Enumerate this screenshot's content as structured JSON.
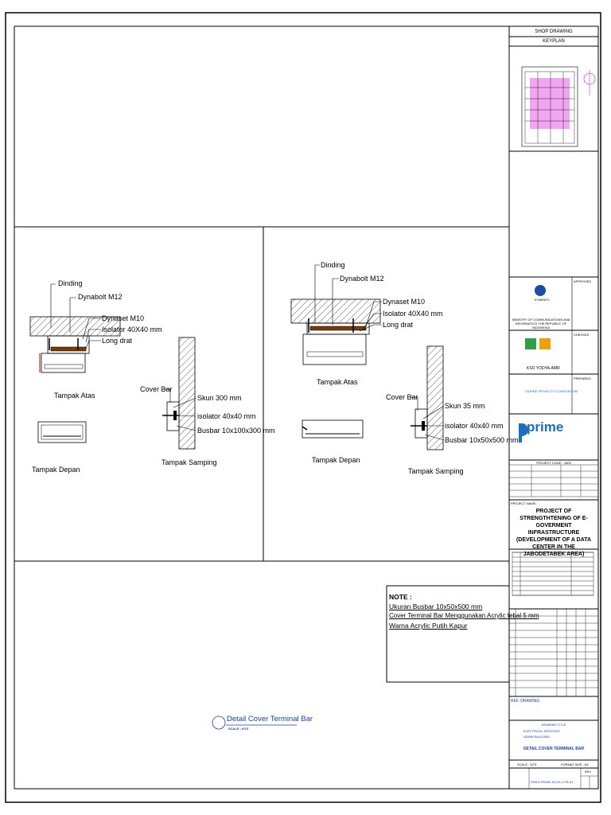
{
  "title_block": {
    "shop_drawing": "SHOP DRAWING",
    "keyplan": "KEYPLAN",
    "approved": "APPROVED",
    "checked": "CHECKED",
    "prepared": "PREPARED",
    "ministry": "MINISTRY OF COMMUNICATIONS AND INFORMATICS THE REPUBLIC OF INDONESIA",
    "komdigi": "KOMINFO",
    "kso": "KSO YODYA-AMR",
    "consortium": "SILIPRE PROJECTS CONSORTIUM",
    "prime": "prime",
    "project_code": "PROJECT CODE : 1503",
    "project_name_label": "PROJECT NAME :",
    "project_name": "PROJECT OF STRENGTHTENING OF E-GOVERMENT INFRASTRUCTURE (DEVELOPMENT OF A DATA CENTER IN THE JABODETABEK AREA)",
    "ref_drawing": "REF. DRAWING",
    "drawing_title_label": "DRAWING TITLE",
    "discipline": "ELECTRICAL SERVICES",
    "building": "ADMIN BUILDING",
    "drawing_title": "DETAIL COVER TERMINAL BAR",
    "scale": "SCALE : NTS",
    "format": "FORMAT SIZE : A3",
    "drawing_no": "PDNS-PRIME-SD-EL-CTB-01",
    "rev_label": "REV"
  },
  "left_detail": {
    "dinding": "Dinding",
    "dynabolt": "Dynabolt M12",
    "dynaset": "Dynaset M10",
    "isolator": "Isolator 40X40 mm",
    "long_drat": "Long drat",
    "tampak_atas": "Tampak Atas",
    "tampak_depan": "Tampak Depan",
    "cover_bar": "Cover Bar",
    "skun": "Skun 300 mm",
    "isolator_side": "isolator 40x40 mm",
    "busbar": "Busbar 10x100x300 mm",
    "tampak_samping": "Tampak Samping"
  },
  "right_detail": {
    "dinding": "Dinding",
    "dynabolt": "Dynabolt M12",
    "dynaset": "Dynaset M10",
    "isolator": "Isolator 40X40 mm",
    "long_drat": "Long drat",
    "tampak_atas": "Tampak Atas",
    "tampak_depan": "Tampak Depan",
    "cover_bar": "Cover Bar",
    "skun": "Skun 35 mm",
    "isolator_side": "isolator 40x40 mm",
    "busbar": "Busbar 10x50x500 mm",
    "tampak_samping": "Tampak Samping"
  },
  "note": {
    "heading": "NOTE :",
    "line1": "Ukuran Busbar 10x50x500 mm",
    "line2": "Cover Terminal Bar Menggunakan Acrylic tebal 5 mm",
    "line3": "Warna Acrylic Putih Kapur"
  },
  "detail_title": {
    "title": "Detail Cover Terminal Bar",
    "scale": "SCALE : NTS"
  },
  "colors": {
    "magenta": "#d400d4",
    "blue_title": "#1a3fa8",
    "red": "#cc0000",
    "prime_blue": "#1b6fc2"
  }
}
